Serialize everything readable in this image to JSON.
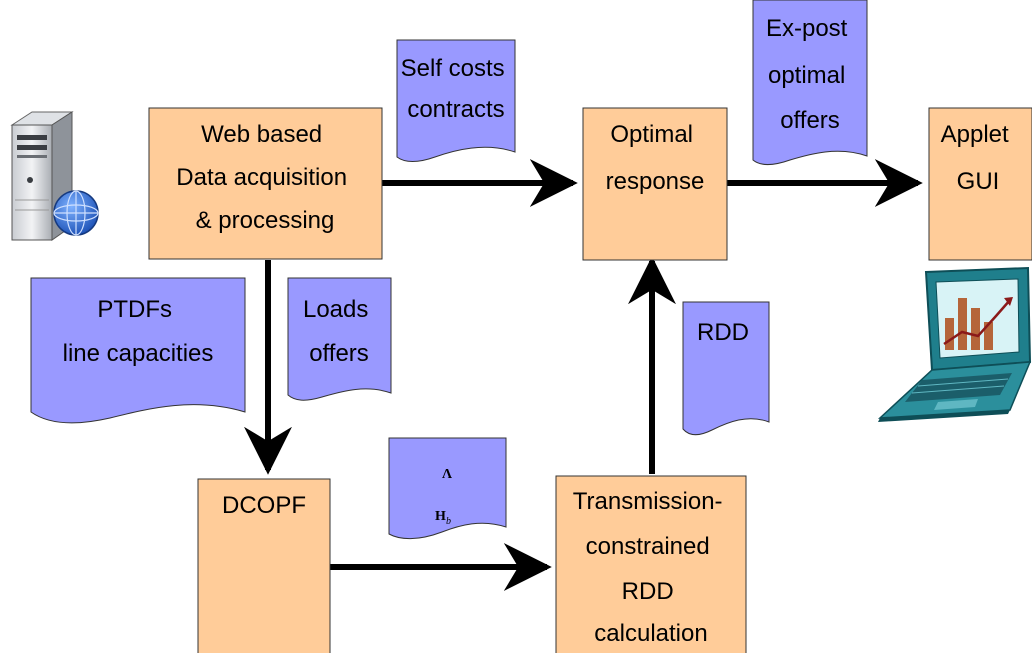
{
  "colors": {
    "process_fill": "#FFCC99",
    "process_stroke": "#333333",
    "document_fill": "#9999FF",
    "document_stroke": "#333333",
    "arrow": "#000000"
  },
  "processes": {
    "web_data": [
      "Web based",
      "Data acquisition",
      "& processing"
    ],
    "optimal_response": [
      "Optimal",
      "response"
    ],
    "applet_gui": [
      "Applet",
      "GUI"
    ],
    "dcopf": [
      "DCOPF"
    ],
    "transmission_rdd": [
      "Transmission-",
      "constrained",
      "RDD",
      "calculation"
    ]
  },
  "documents": {
    "self_costs": [
      "Self costs",
      "contracts"
    ],
    "expost_offers": [
      "Ex-post",
      "optimal",
      "offers"
    ],
    "ptdfs": [
      "PTDFs",
      "line capacities"
    ],
    "loads_offers": [
      "Loads",
      "offers"
    ],
    "rdd": [
      "RDD"
    ],
    "matrices": {
      "lambda": "Λ",
      "h_main": "H",
      "h_sub": "b"
    }
  },
  "icons": {
    "server": "server-globe-icon",
    "laptop": "laptop-chart-icon"
  }
}
